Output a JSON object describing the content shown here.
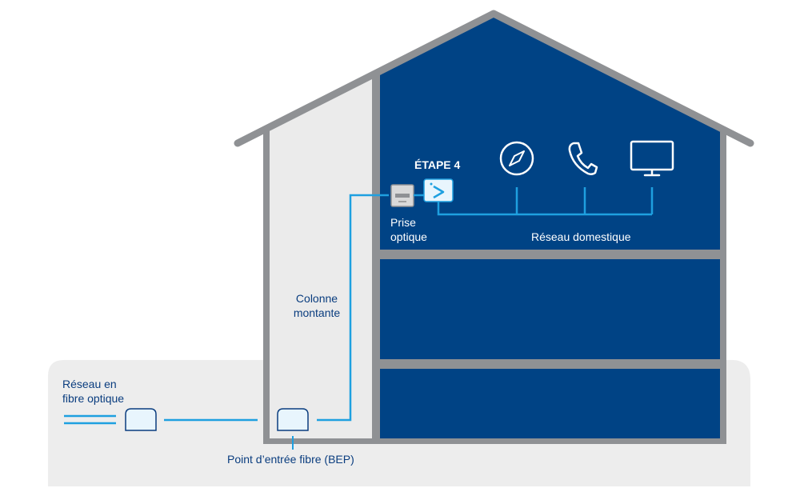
{
  "labels": {
    "fiber_network": "Réseau en fibre optique",
    "fiber_network_line1": "Réseau en",
    "fiber_network_line2": "fibre optique",
    "riser_line1": "Colonne",
    "riser_line2": "montante",
    "bep": "Point d’entrée fibre (BEP)",
    "step": "ÉTAPE 4",
    "outlet_line1": "Prise",
    "outlet_line2": "optique",
    "home_network": "Réseau domestique"
  },
  "icons": {
    "devices": [
      "compass-icon",
      "phone-icon",
      "monitor-icon"
    ],
    "router": "router-icon",
    "outlet": "optical-outlet-icon",
    "boxes": [
      "street-box-icon",
      "bep-box-icon"
    ]
  },
  "colors": {
    "house_fill": "#004385",
    "stairwell_fill": "#ebebeb",
    "wall_gray": "#8f9194",
    "ground": "#ededed",
    "fiber_line": "#1ea0e0",
    "label_dark": "#0a3d7f",
    "label_light": "#ffffff"
  }
}
